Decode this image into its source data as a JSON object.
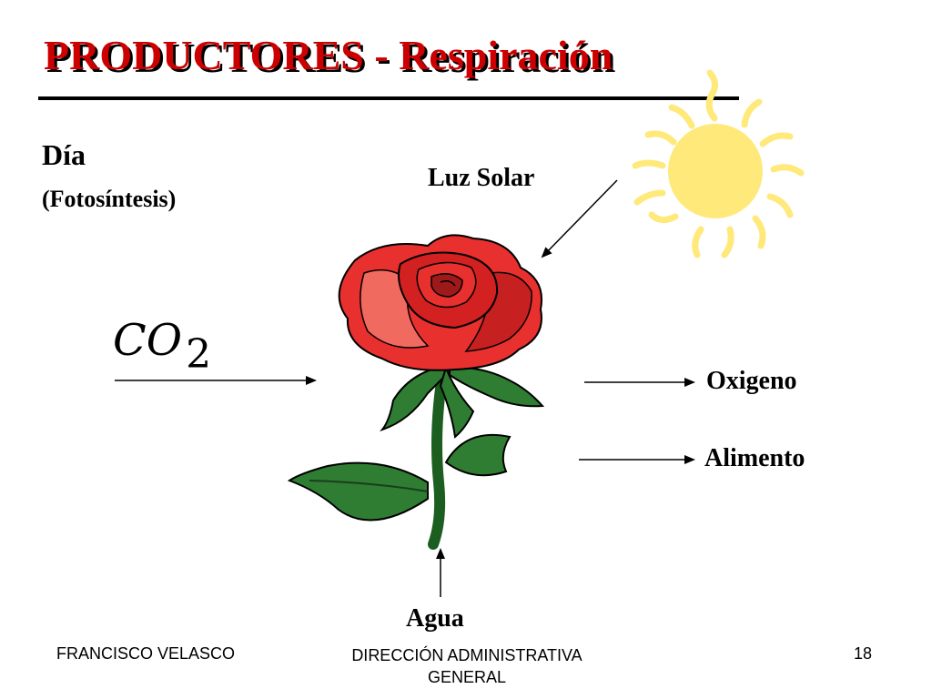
{
  "slide": {
    "title": "PRODUCTORES - Respiración",
    "subtitle": "Día",
    "subsubtitle": "(Fotosíntesis)"
  },
  "diagram": {
    "sun_label": "Luz Solar",
    "co2_label": "CO",
    "co2_sub": "2",
    "oxygen_label": "Oxigeno",
    "food_label": "Alimento",
    "water_label": "Agua"
  },
  "footer": {
    "author": "FRANCISCO VELASCO",
    "department": "DIRECCIÓN ADMINISTRATIVA GENERAL",
    "page_number": "18"
  },
  "colors": {
    "title": "#cc0000",
    "sun": "#ffe97a",
    "rose": "#e8302f",
    "leaf": "#2e7d32"
  },
  "icons": [
    "sun-icon",
    "rose-icon"
  ]
}
